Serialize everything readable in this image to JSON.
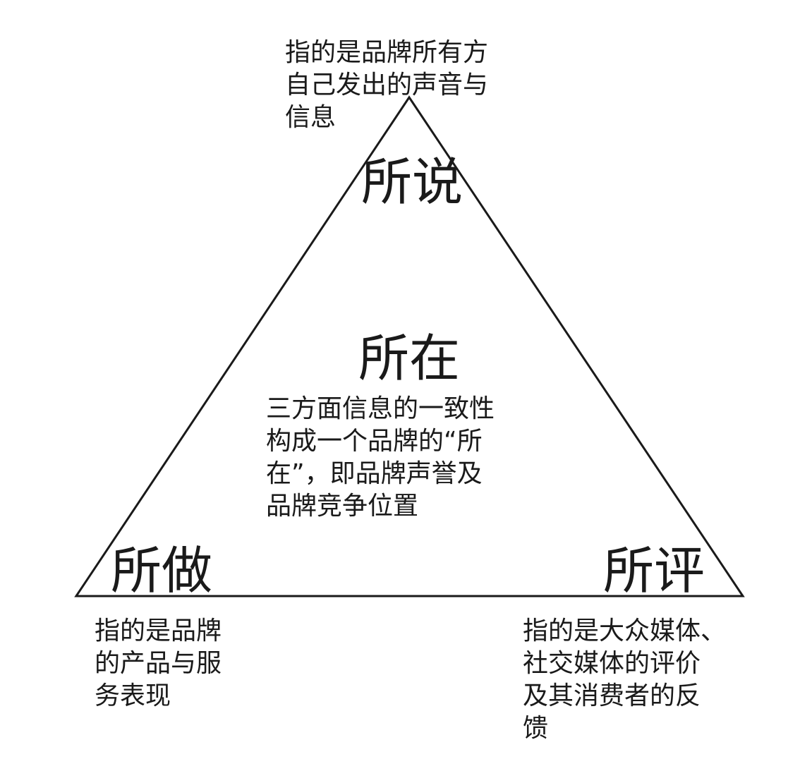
{
  "top": {
    "label": "所说",
    "desc_lines": [
      "指的是品牌所有方",
      "自己发出的声音与",
      "信息"
    ]
  },
  "center": {
    "label": "所在",
    "desc_lines": [
      "三方面信息的一致性",
      "构成一个品牌的“所",
      "在”，即品牌声誉及",
      "品牌竞争位置"
    ]
  },
  "bottom_left": {
    "label": "所做",
    "desc_lines": [
      "指的是品牌",
      "的产品与服",
      "务表现"
    ]
  },
  "bottom_right": {
    "label": "所评",
    "desc_lines": [
      "指的是大众媒体、",
      "社交媒体的评价",
      "及其消费者的反",
      "馈"
    ]
  },
  "colors": {
    "stroke": "#1a1a1a",
    "text": "#1a1a1a",
    "background": "#ffffff"
  }
}
